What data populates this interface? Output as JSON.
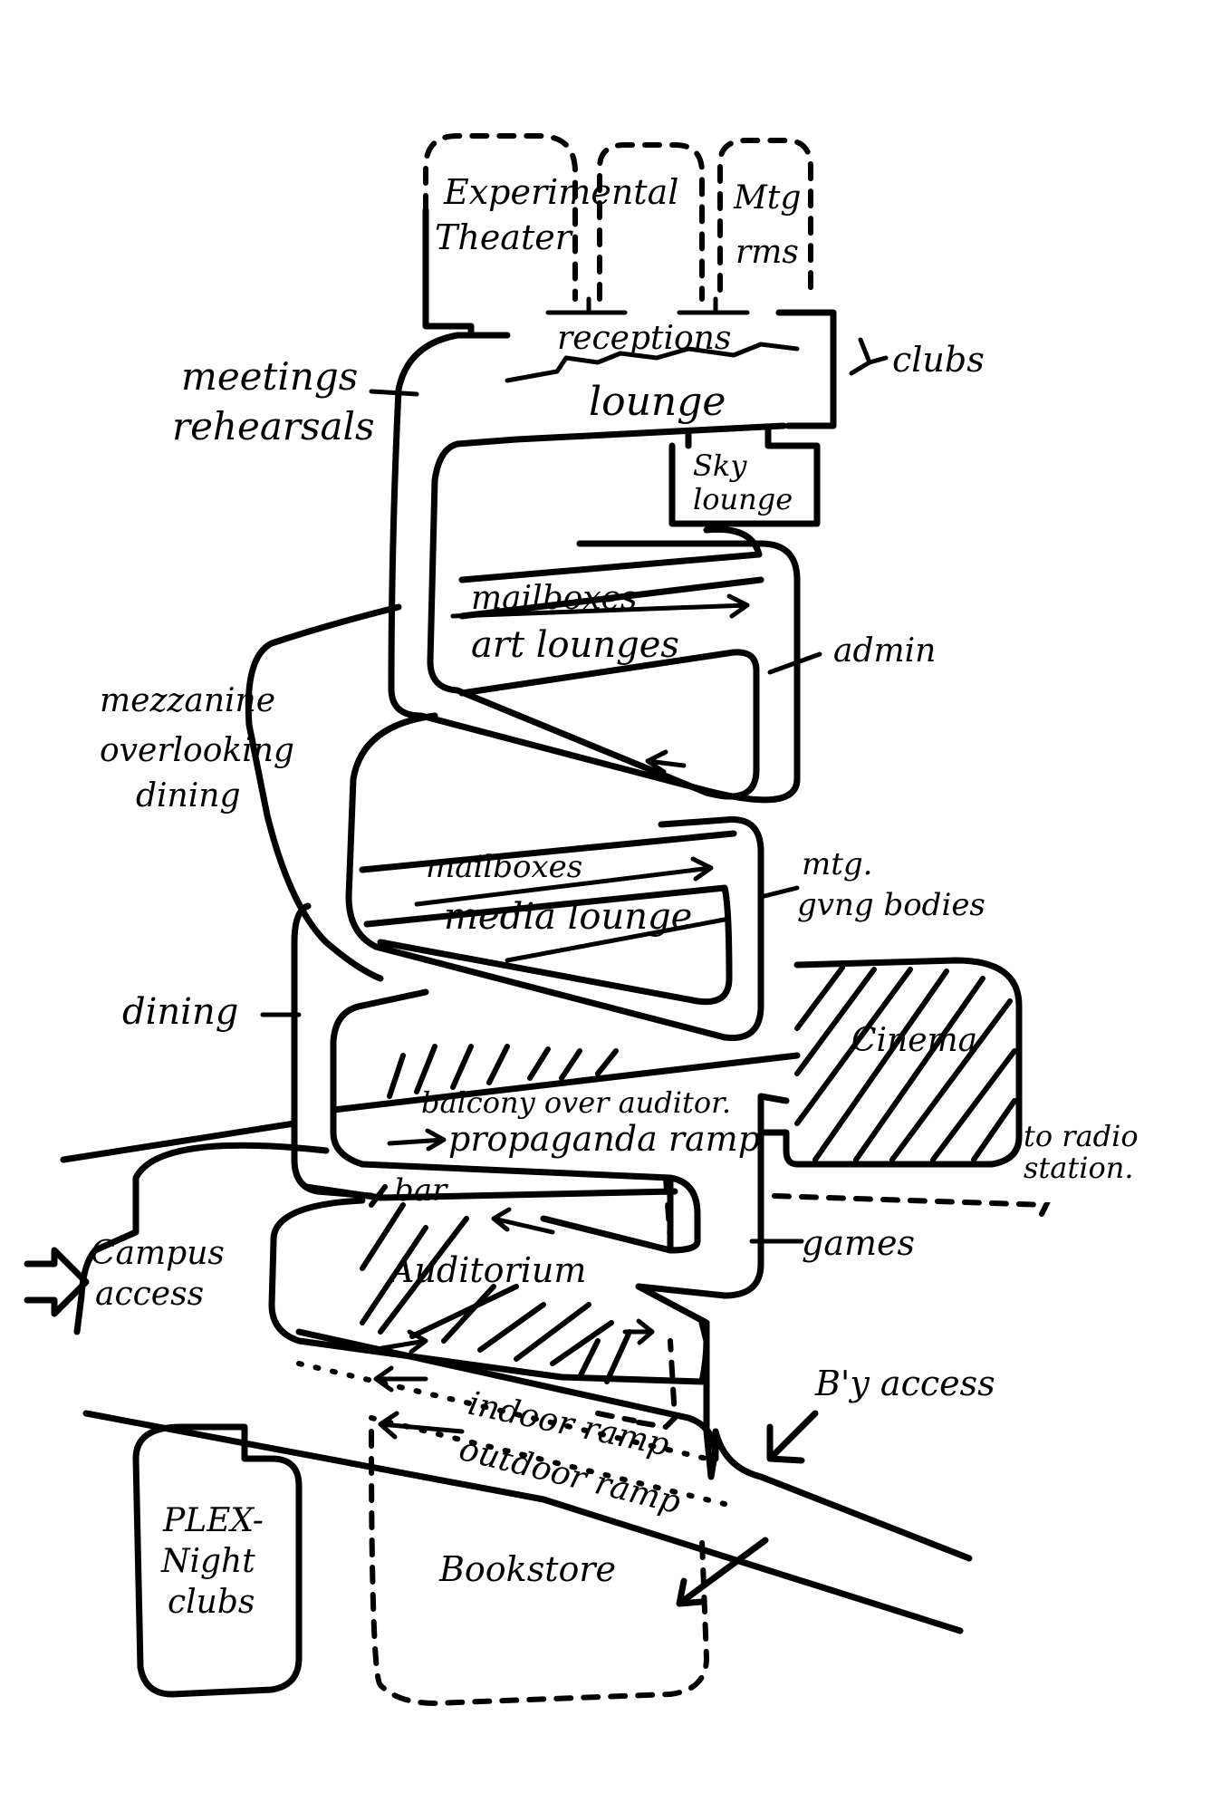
{
  "labels": {
    "experimental_theater": [
      "Experimental",
      "Theater"
    ],
    "mtg_rms": [
      "Mtg",
      "rms"
    ],
    "receptions": "receptions",
    "clubs": "clubs",
    "lounge": "lounge",
    "meetings_rehearsals": [
      "meetings",
      "rehearsals"
    ],
    "sky_lounge": [
      "Sky",
      "lounge"
    ],
    "mailboxes_top": "mailboxes",
    "art_lounges": "art lounges",
    "admin": "admin",
    "mezzanine": [
      "mezzanine",
      "overlooking",
      "dining"
    ],
    "mailboxes_mid": "mailboxes",
    "media_lounge": "media lounge",
    "mtg_gvng_bodies": [
      "mtg.",
      "gvng bodies"
    ],
    "dining": "dining",
    "cinema": "Cinema",
    "balcony": "balcony over auditor.",
    "propaganda_ramp": "propaganda ramp",
    "to_radio_station": [
      "to radio",
      "station."
    ],
    "bar": "bar",
    "games": "games",
    "auditorium": "Auditorium",
    "campus_access": [
      "Campus",
      "access"
    ],
    "bway_access": "B'y access",
    "indoor_ramp": "indoor ramp",
    "outdoor_ramp": "outdoor ramp",
    "plex_night_clubs": [
      "PLEX-",
      "Night",
      "clubs"
    ],
    "bookstore": "Bookstore"
  }
}
